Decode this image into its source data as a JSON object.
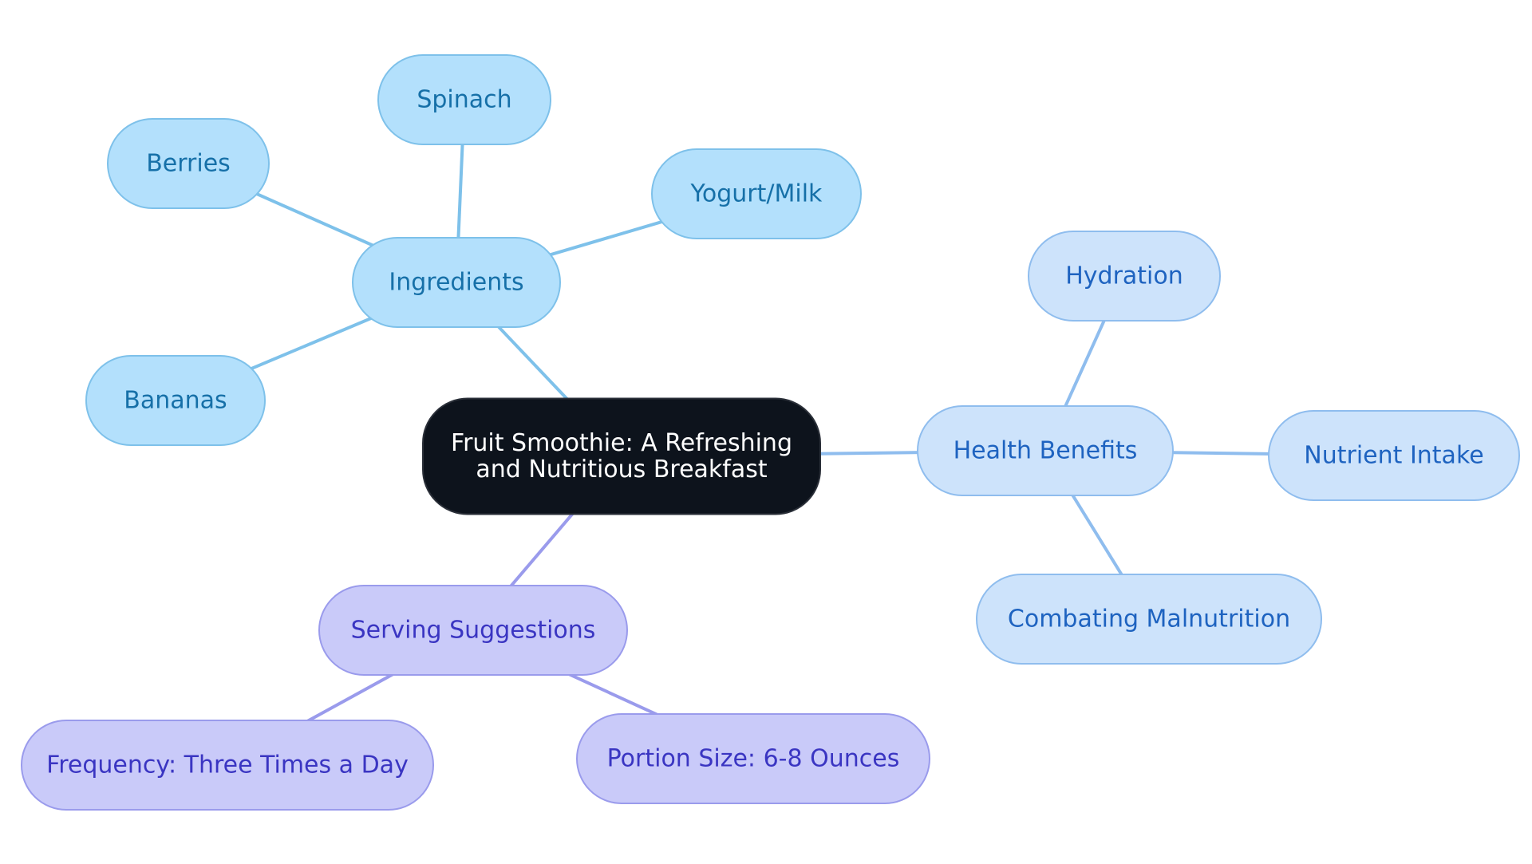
{
  "colors": {
    "background": "#ffffff",
    "root_fill": "#0d131c",
    "root_text": "#ffffff",
    "ingredients_fill": "#b3e0fc",
    "ingredients_stroke": "#7ec1ea",
    "ingredients_text": "#1670a8",
    "ingredients_edge": "#7ec1ea",
    "health_fill": "#cde3fb",
    "health_stroke": "#8fbdee",
    "health_text": "#1e63c0",
    "health_edge": "#8fbdee",
    "serving_fill": "#c9caf9",
    "serving_stroke": "#9a9bec",
    "serving_text": "#3a35c2",
    "serving_edge": "#9a9bec"
  },
  "root": {
    "label_line1": "Fruit Smoothie: A Refreshing",
    "label_line2": "and Nutritious Breakfast"
  },
  "branches": [
    {
      "id": "ingredients",
      "label": "Ingredients",
      "children": [
        "Spinach",
        "Berries",
        "Yogurt/Milk",
        "Bananas"
      ]
    },
    {
      "id": "health",
      "label": "Health Benefits",
      "children": [
        "Hydration",
        "Nutrient Intake",
        "Combating Malnutrition"
      ]
    },
    {
      "id": "serving",
      "label": "Serving Suggestions",
      "children": [
        "Frequency: Three Times a Day",
        "Portion Size: 6-8 Ounces"
      ]
    }
  ]
}
